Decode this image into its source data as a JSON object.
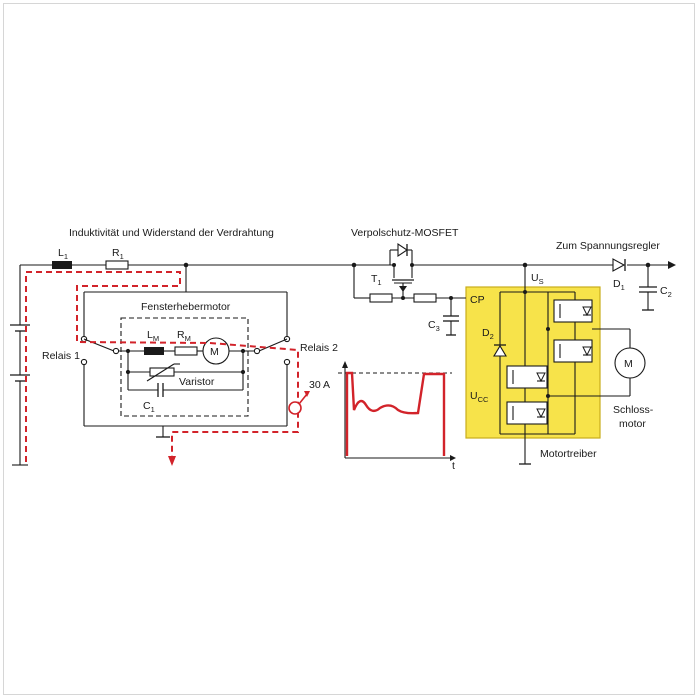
{
  "labels": {
    "wiring_title": "Induktivität und Widerstand der Verdrahtung",
    "L1": {
      "main": "L",
      "sub": "1"
    },
    "R1": {
      "main": "R",
      "sub": "1"
    },
    "motor_box": "Fensterhebermotor",
    "LM": {
      "main": "L",
      "sub": "M"
    },
    "RM": {
      "main": "R",
      "sub": "M"
    },
    "motor_symbol": "M",
    "varistor": "Varistor",
    "C1": {
      "main": "C",
      "sub": "1"
    },
    "relay1": "Relais 1",
    "relay2": "Relais 2",
    "mosfet_title": "Verpolschutz-MOSFET",
    "T1": {
      "main": "T",
      "sub": "1"
    },
    "C3": {
      "main": "C",
      "sub": "3"
    },
    "regulator_title": "Zum Spannungsregler",
    "D1": {
      "main": "D",
      "sub": "1"
    },
    "C2": {
      "main": "C",
      "sub": "2"
    },
    "US": {
      "main": "U",
      "sub": "S"
    },
    "CP": "CP",
    "D2": {
      "main": "D",
      "sub": "2"
    },
    "UCC": {
      "main": "U",
      "sub": "CC"
    },
    "driver_title": "Motortreiber",
    "lock_motor_line1": "Schloss-",
    "lock_motor_line2": "motor",
    "lock_motor_symbol": "M",
    "graph_current": "30 A",
    "graph_time": "t"
  },
  "colors": {
    "driver_fill": "#f7e34a",
    "driver_border": "#c9ad1c",
    "current_path": "#d2232a",
    "wire": "#1a1a1a"
  }
}
